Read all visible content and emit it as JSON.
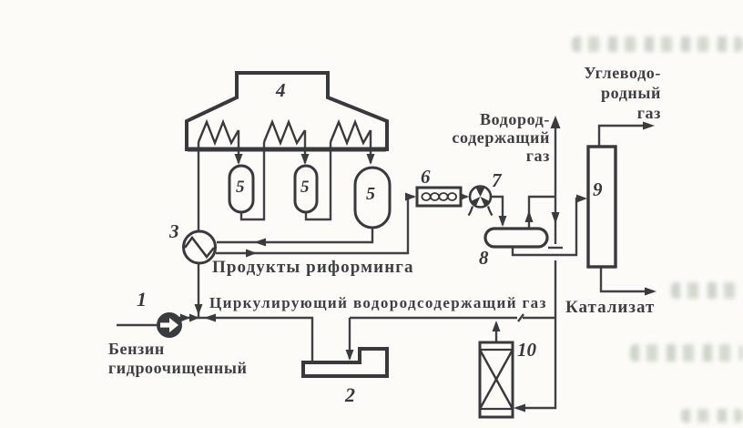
{
  "equipment": {
    "pump": "1",
    "compressor": "2",
    "heat_exchanger": "3",
    "furnace": "4",
    "reactors": [
      "5",
      "5",
      "5"
    ],
    "cooler": "6",
    "fan_cooler": "7",
    "separator": "8",
    "stabilization_column": "9",
    "adsorber": "10"
  },
  "streams": {
    "feed": [
      "Бензин",
      "гидроочищенный"
    ],
    "reforming_products": "Продукты риформинга",
    "circulating_gas": "Циркулирующий водородсодержащий газ",
    "hydrogen_gas": [
      "Водород-",
      "содержащий",
      "газ"
    ],
    "hydrocarbon_gas": [
      "Углеводо-",
      "родный",
      "газ"
    ],
    "catalyzate": "Катализат"
  },
  "colors": {
    "ink": "#3b3c3f",
    "paper": "#fcfbf8",
    "bleed_through": "#9aa894"
  }
}
